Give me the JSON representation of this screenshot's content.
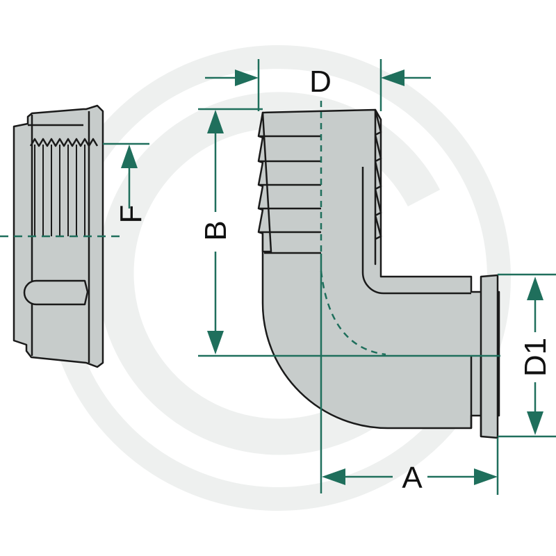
{
  "colors": {
    "part_fill": "#c7cccb",
    "part_stroke": "#1a1a1a",
    "dimension": "#1f6f5c",
    "label": "#111111",
    "watermark": "#eef0ef"
  },
  "labels": {
    "d": "D",
    "b": "B",
    "a": "A",
    "d1": "D1",
    "f": "F"
  },
  "icons": {
    "watermark": "brand-watermark-logo"
  }
}
